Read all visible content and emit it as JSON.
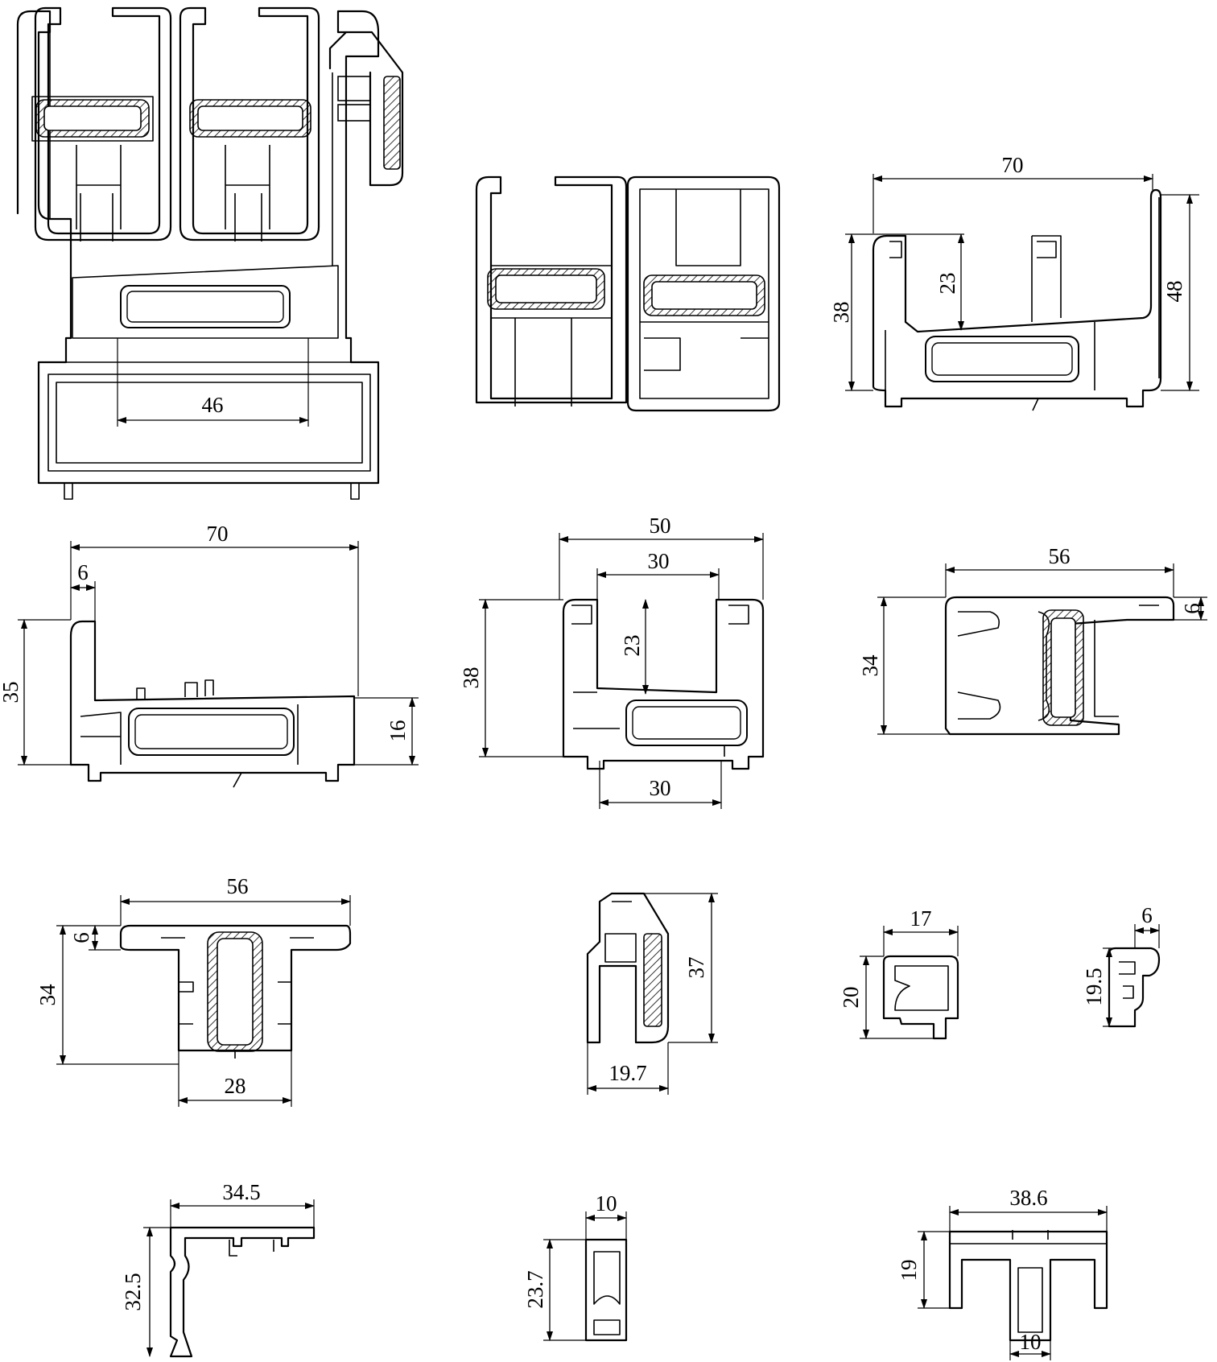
{
  "dimensions": {
    "d46": "46",
    "d70a": "70",
    "d38a": "38",
    "d23a": "23",
    "d48": "48",
    "d70b": "70",
    "d6a": "6",
    "d35": "35",
    "d16": "16",
    "d50": "50",
    "d30a": "30",
    "d38b": "38",
    "d23b": "23",
    "d30b": "30",
    "d56a": "56",
    "d34a": "34",
    "d6b": "6",
    "d56b": "56",
    "d6c": "6",
    "d34b": "34",
    "d28": "28",
    "d37": "37",
    "d19_7": "19.7",
    "d17": "17",
    "d20": "20",
    "d6d": "6",
    "d19_5": "19.5",
    "d34_5": "34.5",
    "d32_5": "32.5",
    "d10a": "10",
    "d23_7": "23.7",
    "d38_6": "38.6",
    "d19": "19",
    "d10b": "10"
  }
}
